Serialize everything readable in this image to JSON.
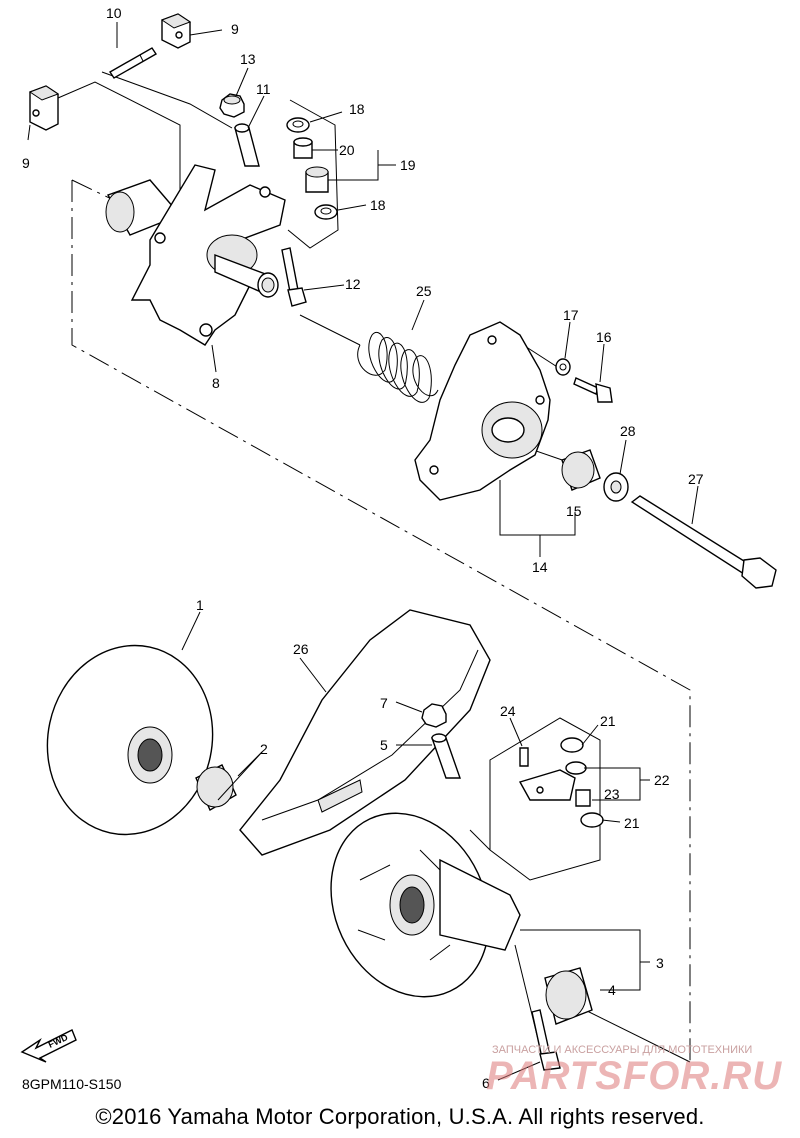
{
  "labels": {
    "l1": "1",
    "l2": "2",
    "l3": "3",
    "l4": "4",
    "l5": "5",
    "l6": "6",
    "l7": "7",
    "l8": "8",
    "l9a": "9",
    "l9b": "9",
    "l10": "10",
    "l11": "11",
    "l12": "12",
    "l13": "13",
    "l14": "14",
    "l15": "15",
    "l16": "16",
    "l17": "17",
    "l18a": "18",
    "l18b": "18",
    "l19": "19",
    "l20": "20",
    "l21a": "21",
    "l21b": "21",
    "l22": "22",
    "l23": "23",
    "l24": "24",
    "l25": "25",
    "l26": "26",
    "l27": "27",
    "l28": "28"
  },
  "fwd_arrow_text": "FWD",
  "diagram_code": "8GPM110-S150",
  "copyright": "©2016 Yamaha Motor Corporation, U.S.A. All rights reserved.",
  "watermark": {
    "subtitle": "ЗАПЧАСТИ И АКСЕССУАРЫ ДЛЯ МОТОТЕХНИКИ",
    "brand": "PARTSFOR.RU"
  }
}
